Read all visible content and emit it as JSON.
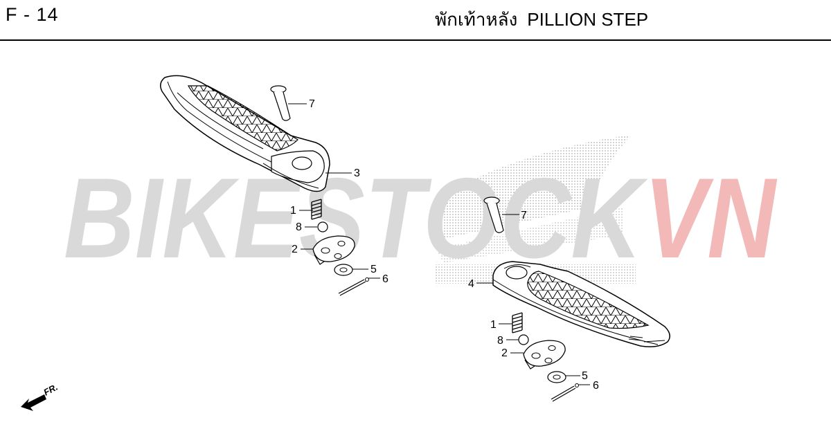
{
  "header": {
    "page_code": "F - 14",
    "title_thai": "พักเท้าหลัง",
    "title_en": "PILLION STEP"
  },
  "watermark": {
    "text_main": "BIKESTOCK",
    "text_accent": "VN",
    "main_color": "#d9d9d9",
    "accent_color": "#f3b9b9"
  },
  "callouts": {
    "left": {
      "c7": "7",
      "c3": "3",
      "c1": "1",
      "c8": "8",
      "c2": "2",
      "c5": "5",
      "c6": "6"
    },
    "right": {
      "c7": "7",
      "c4": "4",
      "c1": "1",
      "c8": "8",
      "c2": "2",
      "c5": "5",
      "c6": "6"
    }
  },
  "front_indicator": {
    "label": "FR."
  }
}
